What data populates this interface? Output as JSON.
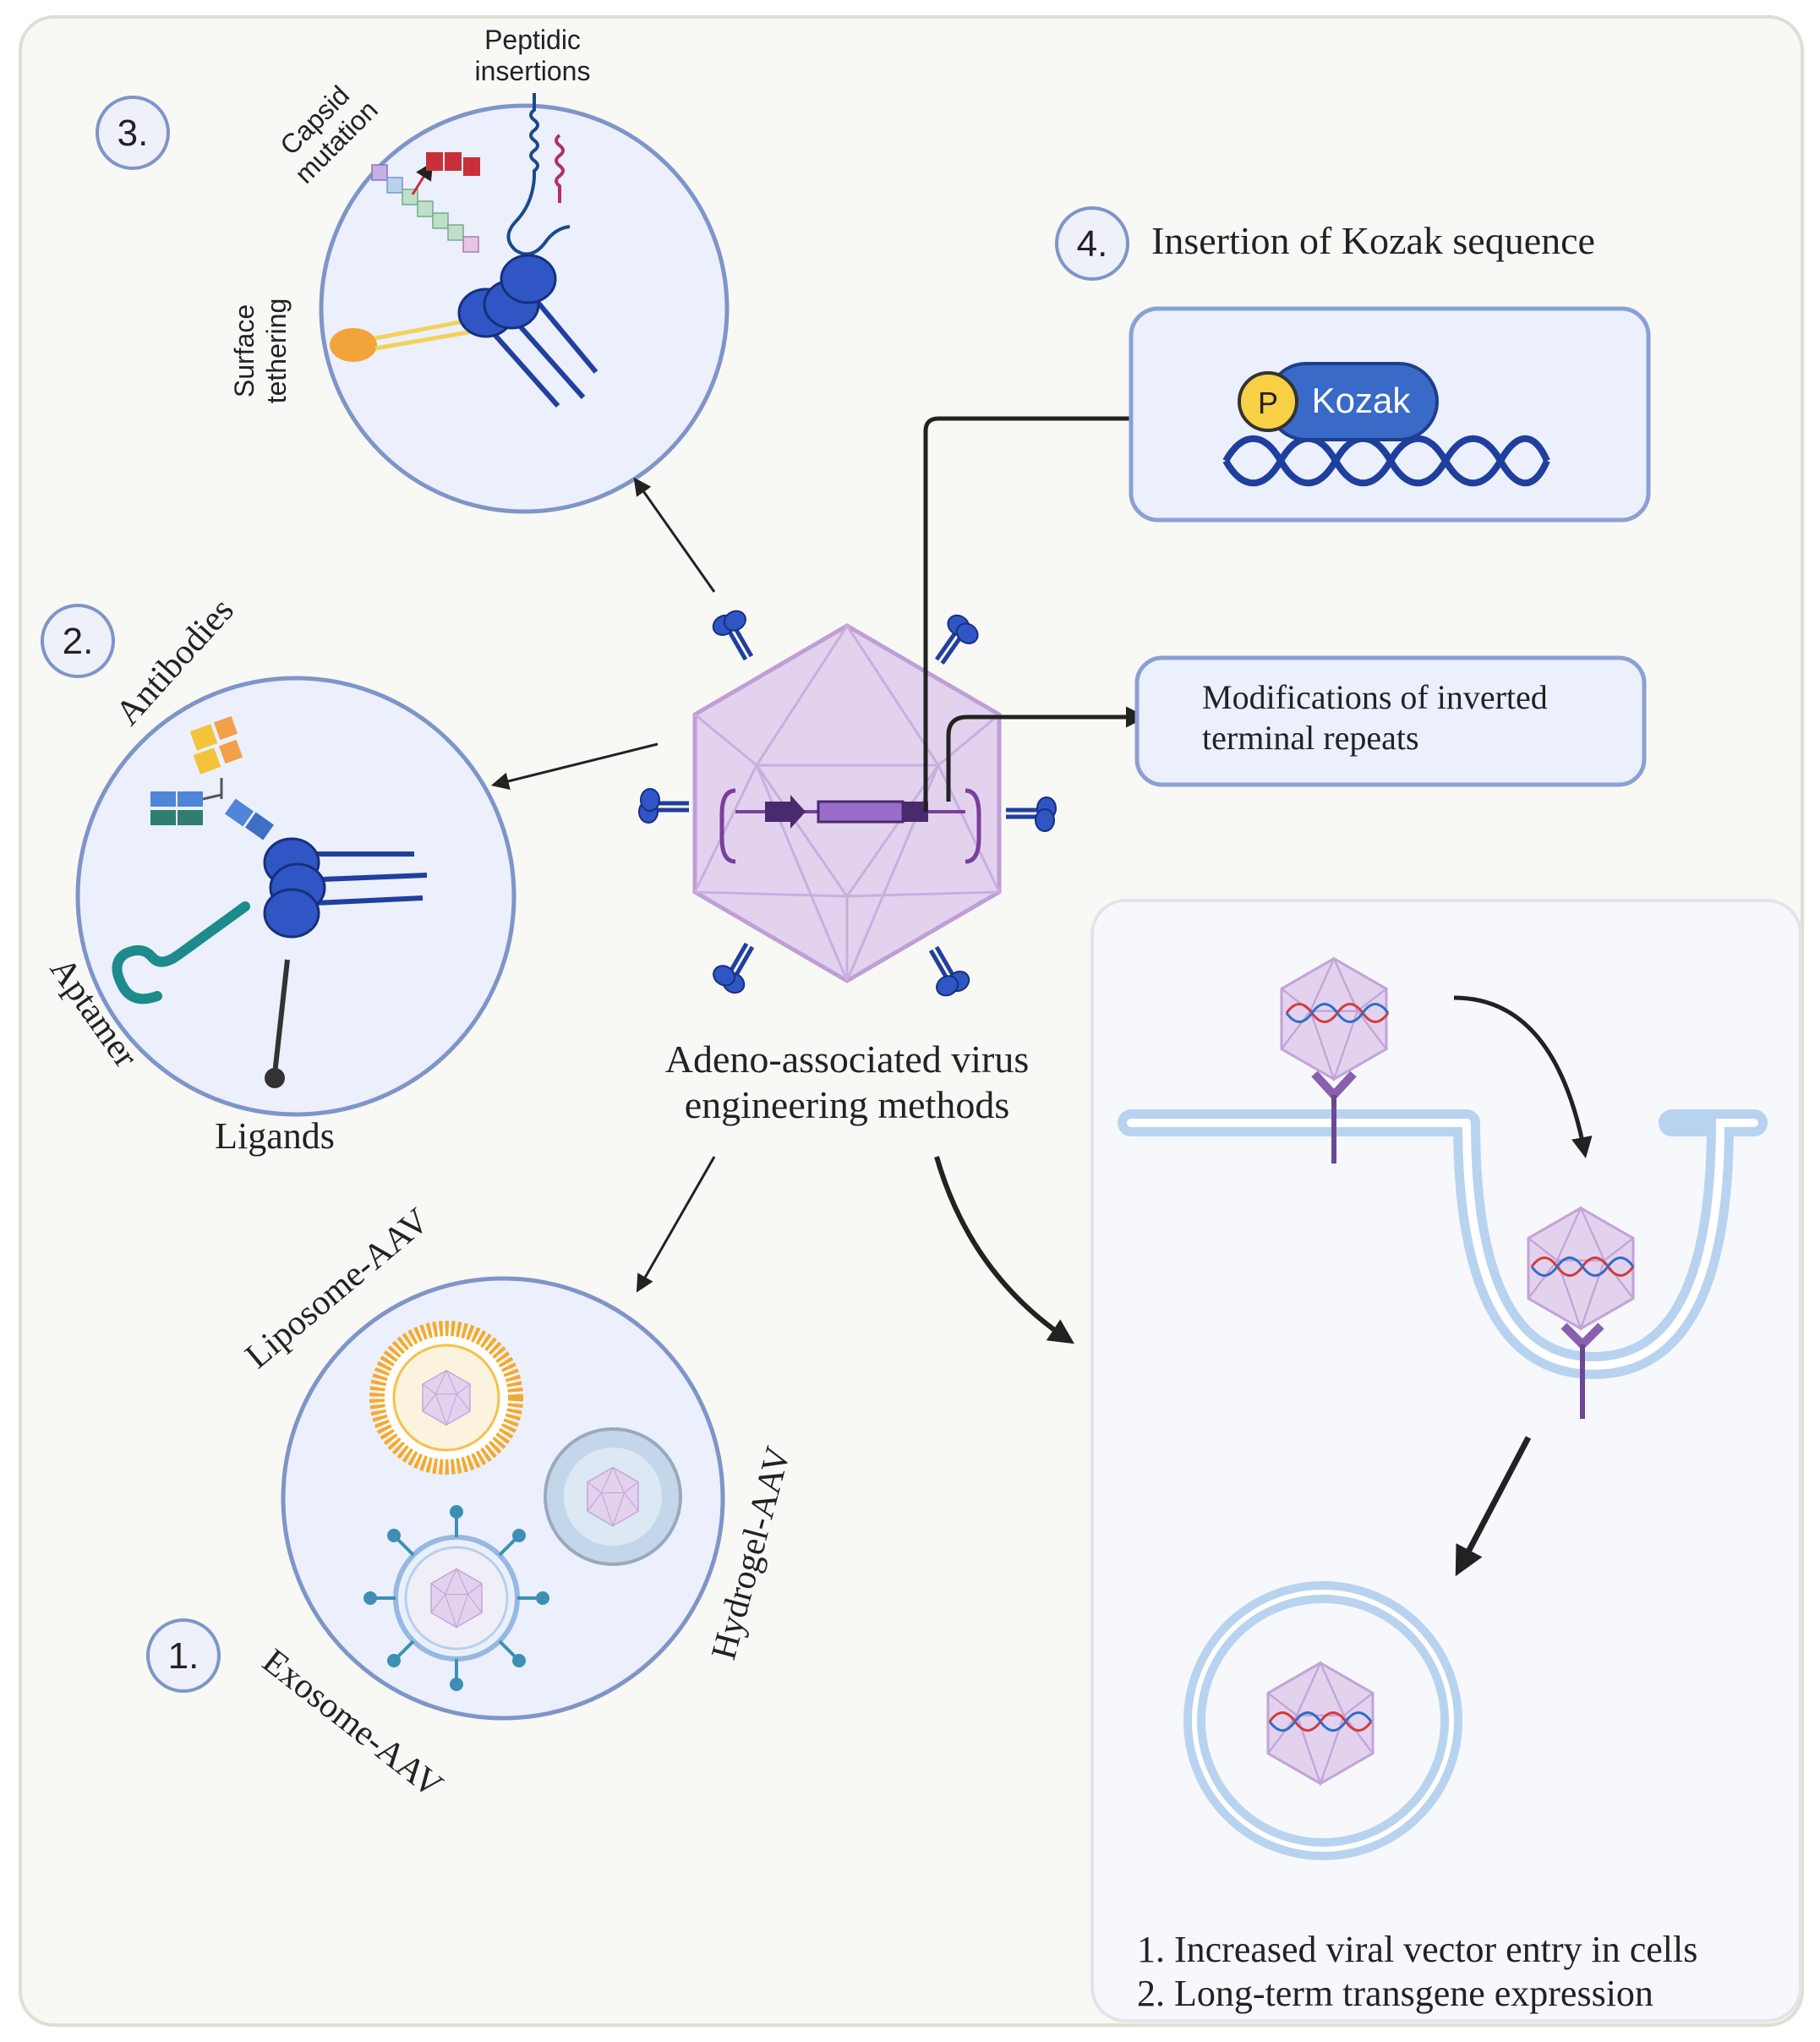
{
  "center": {
    "title_line1": "Adeno-associated virus",
    "title_line2": "engineering methods"
  },
  "method3": {
    "number": "3.",
    "peptidic_line1": "Peptidic",
    "peptidic_line2": "insertions",
    "capsid_line1": "Capsid",
    "capsid_line2": "mutation",
    "surface_line1": "Surface",
    "surface_line2": "tethering"
  },
  "method2": {
    "number": "2.",
    "antibodies": "Antibodies",
    "aptamer": "Aptamer",
    "ligands": "Ligands"
  },
  "method1": {
    "number": "1.",
    "liposome": "Liposome-AAV",
    "hydrogel": "Hydrogel-AAV",
    "exosome": "Exosome-AAV"
  },
  "method4": {
    "number": "4.",
    "title": "Insertion of Kozak sequence",
    "promoter": "P",
    "kozak": "Kozak"
  },
  "itr": {
    "line1": "Modifications of inverted",
    "line2": "terminal repeats"
  },
  "outcomes": {
    "item1": "1.  Increased viral vector entry in cells",
    "item2": "2. Long-term transgene expression"
  },
  "colors": {
    "panel_bg": "#f8f8f5",
    "circle_fill": "#ebf0fc",
    "circle_stroke": "#7f95c9",
    "capsid_fill": "#e3d2ee",
    "capsid_stroke": "#bf9fd6",
    "receptor_blue": "#2f56c4",
    "membrane": "#b8d3ef",
    "kozak_blue": "#3a6ac8",
    "promoter_yellow": "#f7d046"
  }
}
